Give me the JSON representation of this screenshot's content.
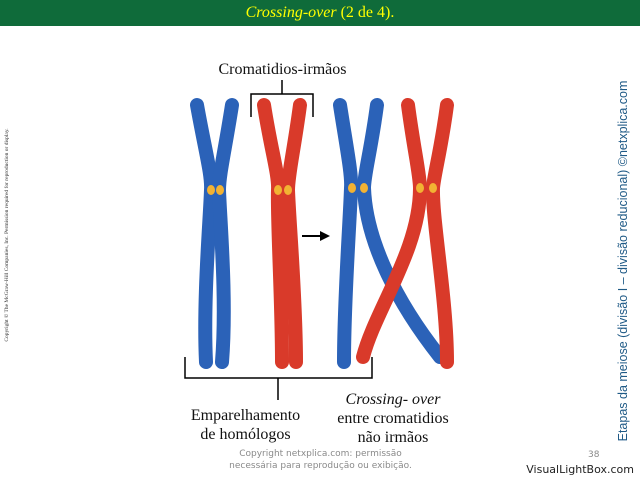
{
  "title": {
    "italic": "Crossing-over",
    "rest": " (2 de 4)."
  },
  "side_left": "Copyright © The McGraw-Hill Companies, Inc. Permission required for reproduction or display.",
  "side_right": "Etapas da meiose (divisão I – divisão reducional) ©netxplica.com",
  "labels": {
    "sister_chromatids": "Cromatidios-irmãos",
    "pairing_line1": "Emparelhamento",
    "pairing_line2": "de homólogos",
    "crossing_line1": "Crossing- over",
    "crossing_line2": "entre cromatidios",
    "crossing_line3": "não irmãos"
  },
  "footer": {
    "line1": "Copyright netxplica.com: permissão",
    "line2": "necessária para reprodução ou exibição."
  },
  "page_number": "38",
  "watermark": "VisualLightBox.com",
  "colors": {
    "title_bg": "#0f6b3a",
    "title_text": "#ffff00",
    "blue": "#2b62b8",
    "red": "#d93a2a",
    "centromere": "#f2b233"
  }
}
